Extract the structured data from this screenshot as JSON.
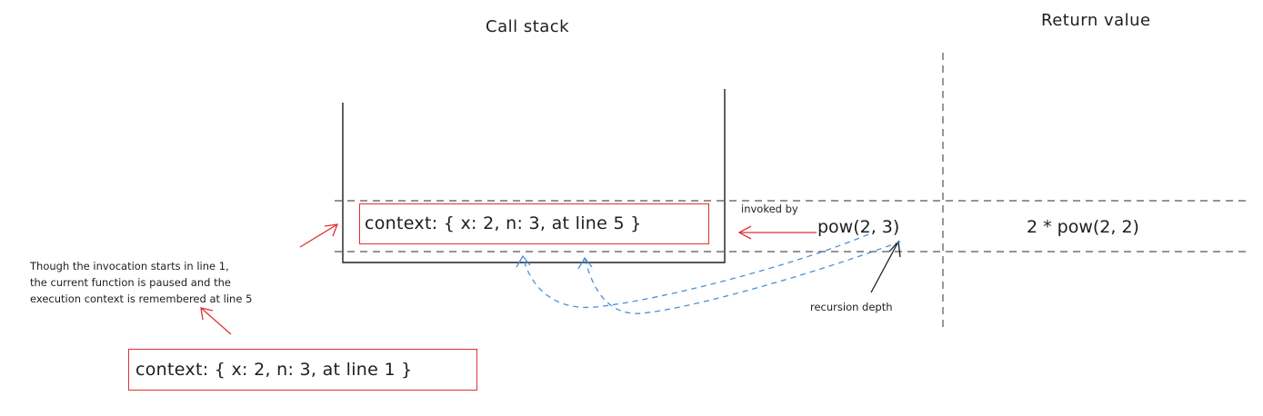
{
  "headings": {
    "call_stack": "Call stack",
    "return_value": "Return value"
  },
  "frames": {
    "current": "context: { x: 2, n: 3, at line 5 }",
    "first": "context: { x: 2, n: 3, at line 1 }"
  },
  "labels": {
    "invoked_by": "invoked by",
    "call": "pow(2, 3)",
    "return_expr": "2 * pow(2, 2)",
    "recursion_depth": "recursion depth",
    "note": "Though the invocation starts in line 1,\nthe current function is paused and the\nexecution context is remembered at line 5"
  },
  "colors": {
    "ink": "#1e1e1e",
    "highlight": "#e03131",
    "link": "#4a90d9",
    "divider": "#555555"
  }
}
